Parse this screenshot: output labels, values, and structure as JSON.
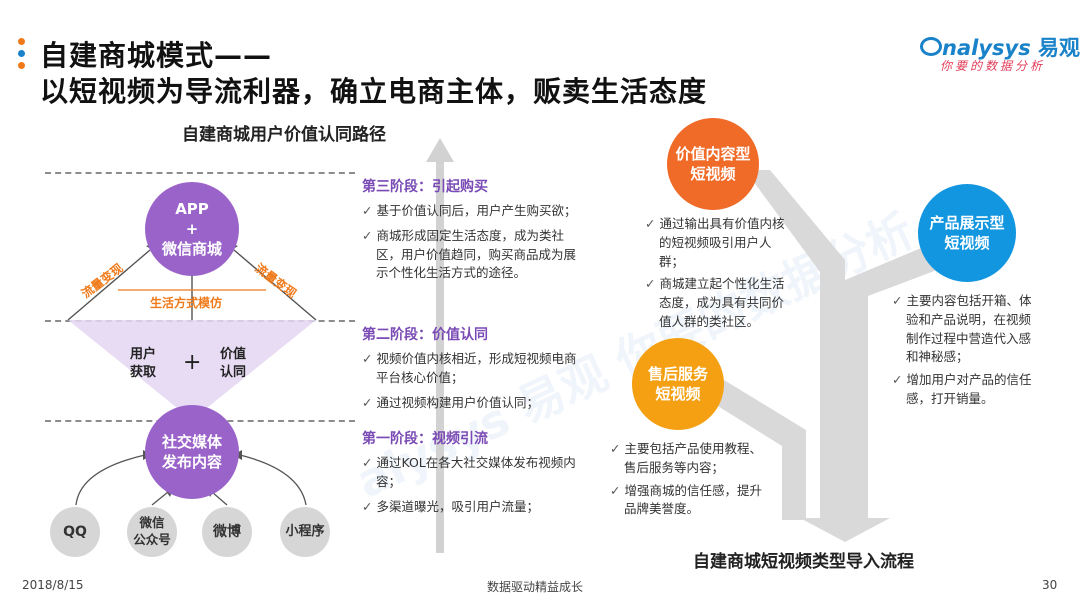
{
  "header": {
    "title_line1": "自建商城模式——",
    "title_line2": "以短视频为导流利器，确立电商主体，贩卖生活态度",
    "dot_colors": [
      "#f07a1a",
      "#1a82c9",
      "#f07a1a"
    ]
  },
  "logo": {
    "brand": "nalysys",
    "brand_cn": "易观",
    "tagline": "你要的数据分析",
    "accent": "#1a82c9"
  },
  "left_diagram": {
    "title": "自建商城用户价值认同路径",
    "top_node": "APP\n+\n微信商城",
    "left_arrow_label": "流量变现",
    "right_arrow_label": "流量变现",
    "middle_label": "生活方式模仿",
    "funnel_left": "用户\n获取",
    "funnel_plus": "+",
    "funnel_right": "价值\n认同",
    "bottom_node": "社交媒体\n发布内容",
    "sources": [
      "QQ",
      "微信\n公众号",
      "微博",
      "小程序"
    ]
  },
  "stages": [
    {
      "title": "第三阶段：引起购买",
      "bullets": [
        "基于价值认同后，用户产生购买欲；",
        "商城形成固定生活态度，成为类社区，用户价值趋同，购买商品成为展示个性化生活方式的途径。"
      ]
    },
    {
      "title": "第二阶段：价值认同",
      "bullets": [
        "视频价值内核相近，形成短视频电商平台核心价值；",
        "通过视频构建用户价值认同；"
      ]
    },
    {
      "title": "第一阶段：视频引流",
      "bullets": [
        "通过KOL在各大社交媒体发布视频内容；",
        "多渠道曝光，吸引用户流量；"
      ]
    }
  ],
  "right_diagram": {
    "title": "自建商城短视频类型导入流程",
    "nodes": [
      {
        "label": "价值内容型\n短视频",
        "bullets": [
          "通过输出具有价值内核的短视频吸引用户人群；",
          "商城建立起个性化生活态度，成为具有共同价值人群的类社区。"
        ]
      },
      {
        "label": "售后服务\n短视频",
        "bullets": [
          "主要包括产品使用教程、售后服务等内容；",
          "增强商城的信任感，提升品牌美誉度。"
        ]
      },
      {
        "label": "产品展示型\n短视频",
        "bullets": [
          "主要内容包括开箱、体验和产品说明，在视频制作过程中营造代入感和神秘感；",
          "增加用户对产品的信任感，打开销量。"
        ]
      }
    ]
  },
  "watermark": "alysys 易观 你要的数据分析",
  "footer": {
    "date": "2018/8/15",
    "slogan": "数据驱动精益成长",
    "page": "30"
  }
}
